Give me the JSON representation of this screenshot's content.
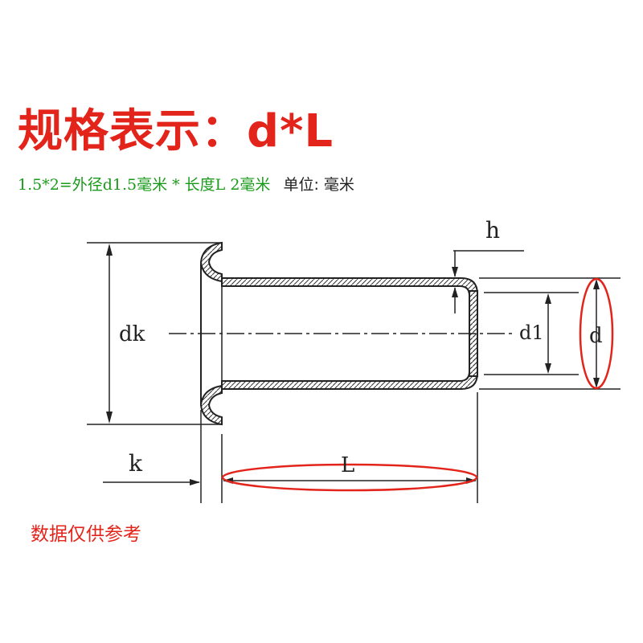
{
  "title": "规格表示：d*L",
  "subtitle": {
    "spec": "1.5*2=外径d1.5毫米 * 长度L 2毫米",
    "unit": "单位: 毫米"
  },
  "labels": {
    "h": "h",
    "dk": "dk",
    "d1": "d1",
    "d": "d",
    "k": "k",
    "L": "L"
  },
  "note": "数据仅供参考",
  "colors": {
    "accent": "#e3241b",
    "spec_text": "#1a9a1a",
    "line": "#222222"
  }
}
